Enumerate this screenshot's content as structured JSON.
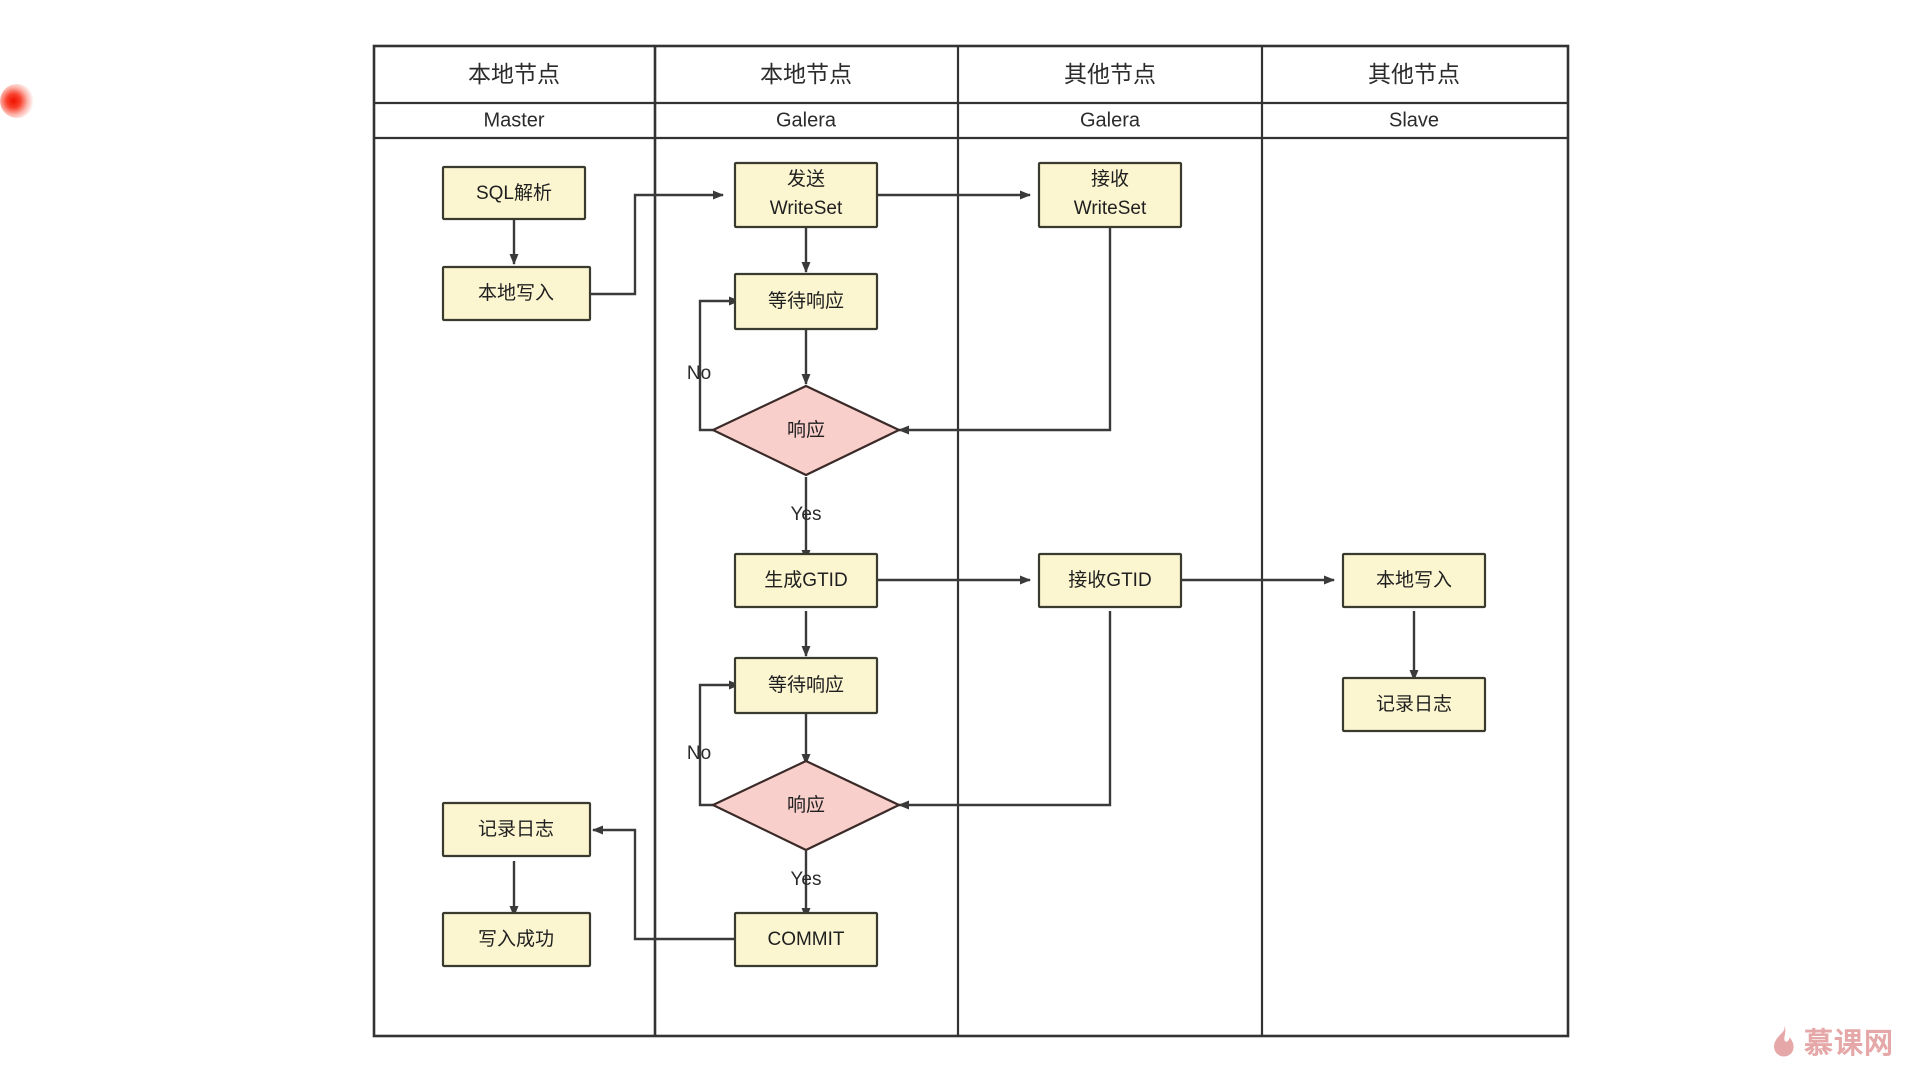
{
  "diagram": {
    "title_implied": "MySQL Galera + Master/Slave write flow swimlane",
    "colors": {
      "process_fill": "#fbf5d0",
      "process_stroke": "#3a3a2e",
      "decision_fill": "#f9cfcc",
      "decision_stroke": "#3a2a28",
      "line": "#3a3a3a",
      "frame": "#333333",
      "watermark": "#e3a0a0"
    },
    "lanes": [
      {
        "id": "lane-master",
        "top_label": "本地节点",
        "sub_label": "Master"
      },
      {
        "id": "lane-galera-local",
        "top_label": "本地节点",
        "sub_label": "Galera"
      },
      {
        "id": "lane-galera-other",
        "top_label": "其他节点",
        "sub_label": "Galera"
      },
      {
        "id": "lane-slave",
        "top_label": "其他节点",
        "sub_label": "Slave"
      }
    ],
    "nodes": [
      {
        "id": "sql-parse",
        "lane": 0,
        "type": "process",
        "label": "SQL解析"
      },
      {
        "id": "local-write-1",
        "lane": 0,
        "type": "process",
        "label": "本地写入"
      },
      {
        "id": "log-record-left",
        "lane": 0,
        "type": "process",
        "label": "记录日志"
      },
      {
        "id": "write-success",
        "lane": 0,
        "type": "process",
        "label": "写入成功"
      },
      {
        "id": "send-writeset",
        "lane": 1,
        "type": "process",
        "label_line1": "发送",
        "label_line2": "WriteSet"
      },
      {
        "id": "wait-response-1",
        "lane": 1,
        "type": "process",
        "label": "等待响应"
      },
      {
        "id": "response-1",
        "lane": 1,
        "type": "decision",
        "label": "响应"
      },
      {
        "id": "gen-gtid",
        "lane": 1,
        "type": "process",
        "label": "生成GTID"
      },
      {
        "id": "wait-response-2",
        "lane": 1,
        "type": "process",
        "label": "等待响应"
      },
      {
        "id": "response-2",
        "lane": 1,
        "type": "decision",
        "label": "响应"
      },
      {
        "id": "commit",
        "lane": 1,
        "type": "process",
        "label": "COMMIT"
      },
      {
        "id": "recv-writeset",
        "lane": 2,
        "type": "process",
        "label_line1": "接收",
        "label_line2": "WriteSet"
      },
      {
        "id": "recv-gtid",
        "lane": 2,
        "type": "process",
        "label": "接收GTID"
      },
      {
        "id": "local-write-2",
        "lane": 3,
        "type": "process",
        "label": "本地写入"
      },
      {
        "id": "log-record-right",
        "lane": 3,
        "type": "process",
        "label": "记录日志"
      }
    ],
    "edge_labels": [
      {
        "id": "no-1",
        "text": "No"
      },
      {
        "id": "yes-1",
        "text": "Yes"
      },
      {
        "id": "no-2",
        "text": "No"
      },
      {
        "id": "yes-2",
        "text": "Yes"
      }
    ],
    "watermark": {
      "text": "慕课网",
      "icon": "flame-icon"
    }
  }
}
